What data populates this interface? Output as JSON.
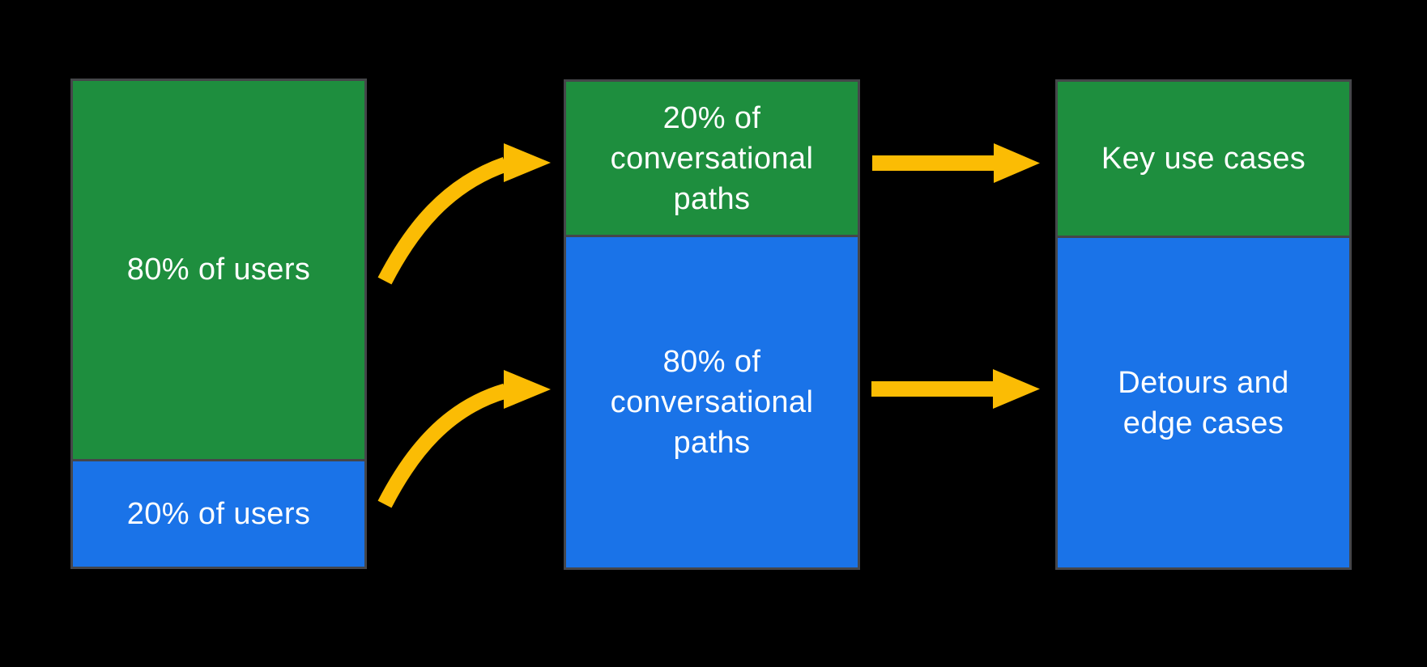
{
  "background_color": "#000000",
  "palette": {
    "green": "#1e8e3e",
    "blue": "#1a73e8",
    "yellow": "#fbbc04",
    "outline_gray": "#45464a",
    "text": "#ffffff"
  },
  "bars": [
    {
      "name": "users",
      "segments": [
        {
          "label": "80% of users",
          "value_pct": 80,
          "color_name": "green"
        },
        {
          "label": "20% of users",
          "value_pct": 20,
          "color_name": "blue"
        }
      ]
    },
    {
      "name": "conversational-paths",
      "segments": [
        {
          "label": "20% of\nconversational\npaths",
          "value_pct": 20,
          "color_name": "green"
        },
        {
          "label": "80% of\nconversational\npaths",
          "value_pct": 80,
          "color_name": "blue"
        }
      ]
    },
    {
      "name": "use-cases",
      "segments": [
        {
          "label": "Key use cases",
          "color_name": "green"
        },
        {
          "label": "Detours and\nedge cases",
          "color_name": "blue"
        }
      ]
    }
  ],
  "arrows": [
    {
      "name": "curved-arrow-top",
      "from": "80% of users",
      "to": "20% of conversational paths",
      "color_name": "yellow"
    },
    {
      "name": "curved-arrow-bottom",
      "from": "20% of users",
      "to": "80% of conversational paths",
      "color_name": "yellow"
    },
    {
      "name": "straight-arrow-top",
      "from": "20% of conversational paths",
      "to": "Key use cases",
      "color_name": "yellow"
    },
    {
      "name": "straight-arrow-bottom",
      "from": "80% of conversational paths",
      "to": "Detours and edge cases",
      "color_name": "yellow"
    }
  ]
}
